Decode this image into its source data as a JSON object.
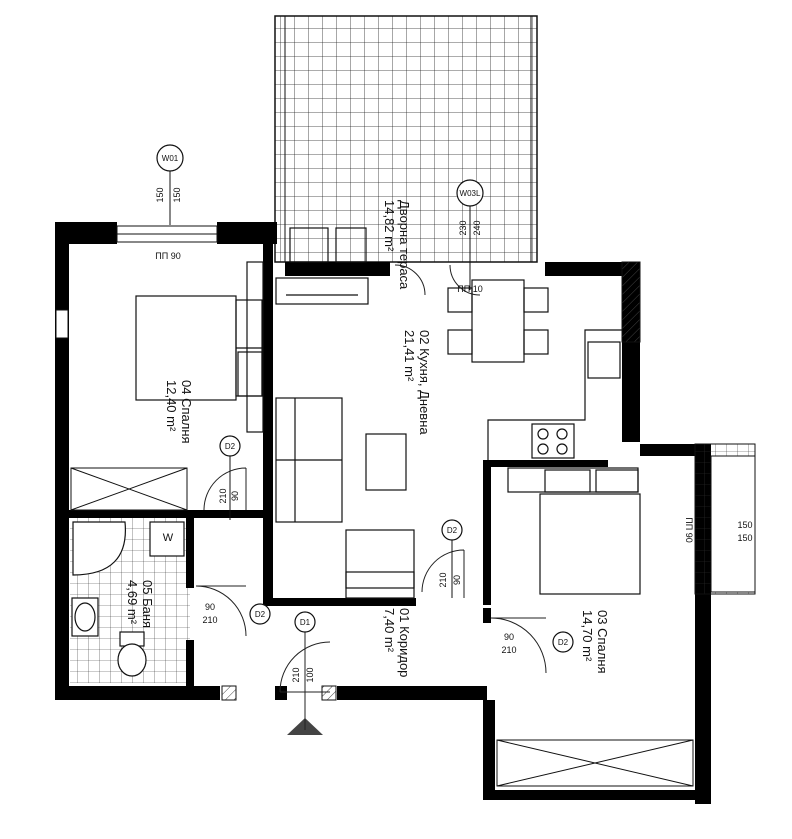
{
  "rooms": {
    "terrace": {
      "name": "Дворна тераса",
      "area": "14,82 m²"
    },
    "kitchen": {
      "name": "02 Кухня, Дневна",
      "area": "21,41 m²"
    },
    "bed04": {
      "name": "04 Спалня",
      "area": "12,40 m²"
    },
    "bath05": {
      "name": "05 Баня",
      "area": "4,69 m²"
    },
    "hall01": {
      "name": "01 Коридор",
      "area": "7,40 m²"
    },
    "bed03": {
      "name": "03 Спалня",
      "area": "14,70 m²"
    }
  },
  "tags": {
    "w01": "W01",
    "w03l": "W03L",
    "d2": "D2",
    "d1": "D1",
    "w": "W"
  },
  "dims": {
    "w01_a": "150",
    "w01_b": "150",
    "w03l_a": "240",
    "w03l_b": "230",
    "pp90": "ПП 90",
    "pp10": "ПП 10",
    "d_90": "90",
    "d_210": "210",
    "d1_100": "100",
    "d1_210": "210",
    "right_150a": "150",
    "right_150b": "150"
  },
  "colors": {
    "wall": "#000000",
    "line": "#222222",
    "hatch": "#555555"
  }
}
